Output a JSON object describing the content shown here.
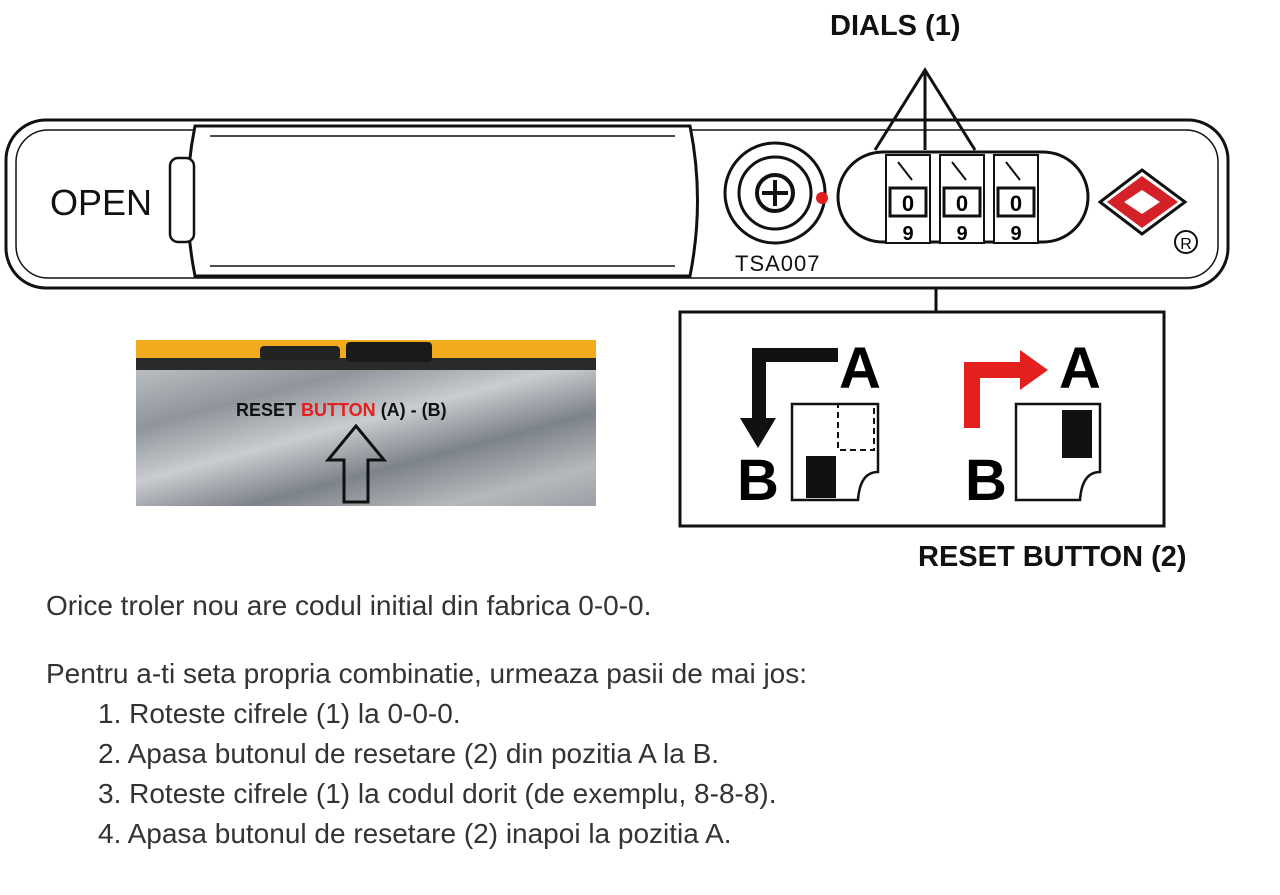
{
  "labels": {
    "dials": "DIALS (1)",
    "reset_button": "RESET BUTTON (2)",
    "open": "OPEN",
    "tsa": "TSA007",
    "registered": "R",
    "pos_a": "A",
    "pos_b": "B",
    "dial_digit_top": "0",
    "dial_digit_bottom": "9"
  },
  "photo": {
    "prefix": "RESET ",
    "highlight": "BUTTON",
    "suffix": " (A) - (B)"
  },
  "instructions": {
    "intro": "Orice troler nou are codul initial din fabrica 0-0-0.",
    "lead": "Pentru a-ti seta propria combinatie, urmeaza pasii de mai jos:",
    "steps": [
      "1. Roteste cifrele (1) la 0-0-0.",
      "2. Apasa butonul de resetare (2) din pozitia A la B.",
      "3. Roteste cifrele (1) la codul dorit (de exemplu, 8-8-8).",
      "4. Apasa butonul de resetare (2) inapoi la pozitia A."
    ]
  },
  "colors": {
    "accent_red": "#e3201f",
    "tsa_logo_red": "#d42027",
    "luggage_yellow": "#f2b324"
  }
}
